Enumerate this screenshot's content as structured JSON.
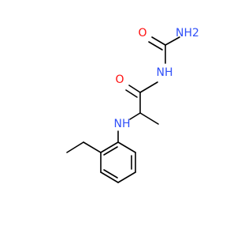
{
  "molecule": {
    "atoms": {
      "amide_n_top": "NH2",
      "carbonyl_o_top": "O",
      "imide_nh": "NH",
      "carbonyl_o_mid": "O",
      "amine_nh": "NH"
    },
    "colors": {
      "bond": "#000000",
      "nitrogen": "#3050f8",
      "oxygen": "#ff0d0d",
      "background": "#ffffff"
    }
  }
}
